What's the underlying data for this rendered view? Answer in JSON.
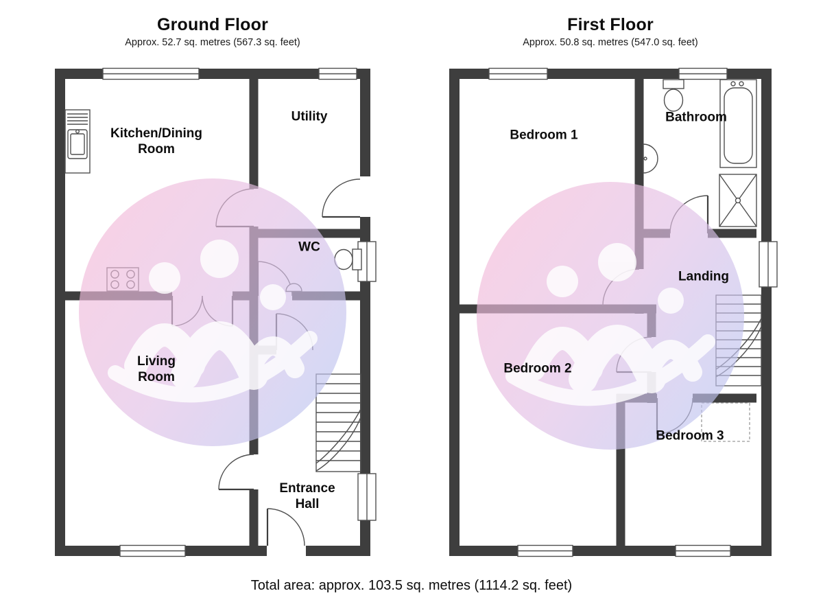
{
  "ground_floor": {
    "title": "Ground Floor",
    "subtitle": "Approx. 52.7 sq. metres (567.3 sq. feet)",
    "rooms": {
      "kitchen_dining": "Kitchen/Dining Room",
      "utility": "Utility",
      "wc": "WC",
      "living": "Living Room",
      "entrance_hall": "Entrance Hall"
    }
  },
  "first_floor": {
    "title": "First Floor",
    "subtitle": "Approx. 50.8 sq. metres (547.0 sq. feet)",
    "rooms": {
      "bedroom1": "Bedroom 1",
      "bathroom": "Bathroom",
      "landing": "Landing",
      "bedroom2": "Bedroom 2",
      "bedroom3": "Bedroom 3"
    }
  },
  "footer": {
    "total_area": "Total area: approx. 103.5 sq. metres (1114.2 sq. feet)"
  },
  "colors": {
    "wall": "#3e3e3e",
    "fixture_line": "#4f4f4f",
    "watermark_pink": "#f5bad7",
    "watermark_mid": "#e2c0e6",
    "watermark_blue": "#b8c5f1"
  }
}
